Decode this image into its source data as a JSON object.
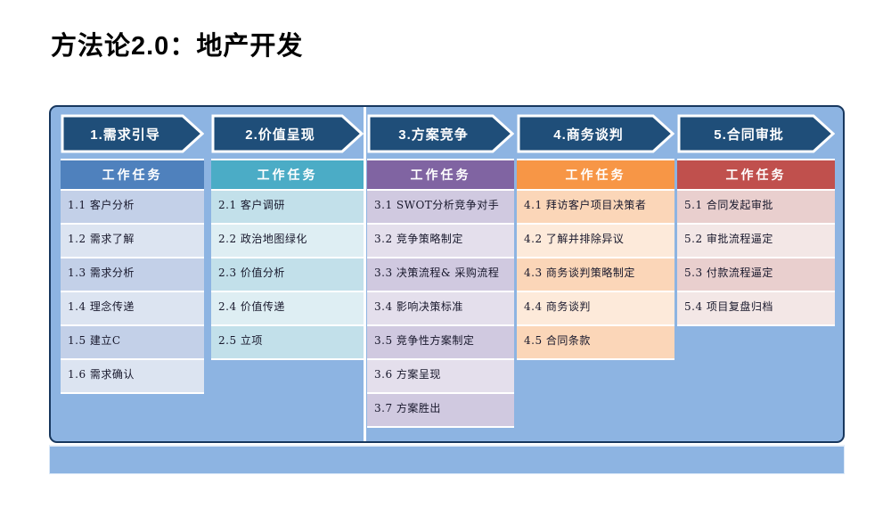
{
  "title": "方法论2.0：地产开发",
  "colors": {
    "title-color": "#000000",
    "panel-bg": "#8db4e2",
    "panel-border": "#17375e",
    "arrow-fill": "#1f4e79",
    "arrow-border": "#ffffff",
    "header-text": "#ffffff",
    "task-text": "#17172b",
    "stage1-header": "#4f81bd",
    "stage1-row-a": "#c3d0e8",
    "stage1-row-b": "#dce4f1",
    "stage2-header": "#4bacc6",
    "stage2-row-a": "#c2e0ea",
    "stage2-row-b": "#deeef3",
    "stage3-header": "#8064a2",
    "stage3-row-a": "#d0c9e0",
    "stage3-row-b": "#e4dfec",
    "stage4-header": "#f79646",
    "stage4-row-a": "#fbd6b8",
    "stage4-row-b": "#fdeada",
    "stage5-header": "#c0504d",
    "stage5-row-a": "#e9cfce",
    "stage5-row-b": "#f3e7e6"
  },
  "stages": [
    {
      "label": "1.需求引导",
      "tasks_header": "工作任务",
      "tasks": [
        "1.1 客户分析",
        "1.2 需求了解",
        "1.3 需求分析",
        "1.4 理念传递",
        "1.5 建立C",
        "1.6 需求确认"
      ]
    },
    {
      "label": "2.价值呈现",
      "tasks_header": "工作任务",
      "tasks": [
        "2.1 客户调研",
        "2.2 政治地图绿化",
        "2.3 价值分析",
        "2.4 价值传递",
        "2.5 立项"
      ]
    },
    {
      "label": "3.方案竞争",
      "tasks_header": "工作任务",
      "tasks": [
        "3.1 SWOT分析竞争对手",
        "3.2 竞争策略制定",
        "3.3 决策流程& 采购流程",
        "3.4 影响决策标准",
        "3.5 竞争性方案制定",
        "3.6 方案呈现",
        "3.7 方案胜出"
      ]
    },
    {
      "label": "4.商务谈判",
      "tasks_header": "工作任务",
      "tasks": [
        "4.1 拜访客户项目决策者",
        "4.2 了解并排除异议",
        "4.3 商务谈判策略制定",
        "4.4 商务谈判",
        "4.5 合同条款"
      ]
    },
    {
      "label": "5.合同审批",
      "tasks_header": "工作任务",
      "tasks": [
        "5.1 合同发起审批",
        "5.2 审批流程逼定",
        "5.3 付款流程逼定",
        "5.4 项目复盘归档"
      ]
    }
  ]
}
